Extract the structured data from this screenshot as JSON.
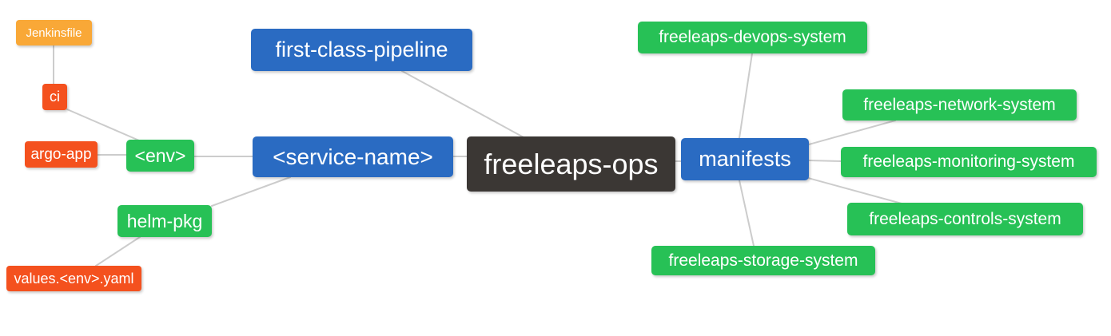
{
  "diagram": {
    "background": "#ffffff",
    "colors": {
      "blue": "#2a6bc2",
      "green": "#27c156",
      "orange": "#f9a837",
      "red": "#f4511e",
      "dark": "#3b3734",
      "edge": "#cccccc",
      "text": "#ffffff",
      "background": "#ffffff"
    },
    "nodes": {
      "jenkinsfile": {
        "label": "Jenkinsfile"
      },
      "ci": {
        "label": "ci"
      },
      "argo_app": {
        "label": "argo-app"
      },
      "env": {
        "label": "<env>"
      },
      "helm_pkg": {
        "label": "helm-pkg"
      },
      "values_env_yaml": {
        "label": "values.<env>.yaml"
      },
      "first_class_pipeline": {
        "label": "first-class-pipeline"
      },
      "service_name": {
        "label": "<service-name>"
      },
      "freeleaps_ops": {
        "label": "freeleaps-ops"
      },
      "manifests": {
        "label": "manifests"
      },
      "devops_system": {
        "label": "freeleaps-devops-system"
      },
      "network_system": {
        "label": "freeleaps-network-system"
      },
      "monitoring_system": {
        "label": "freeleaps-monitoring-system"
      },
      "controls_system": {
        "label": "freeleaps-controls-system"
      },
      "storage_system": {
        "label": "freeleaps-storage-system"
      }
    },
    "edges": [
      {
        "from": "jenkinsfile",
        "to": "ci"
      },
      {
        "from": "ci",
        "to": "env"
      },
      {
        "from": "argo_app",
        "to": "env"
      },
      {
        "from": "env",
        "to": "service_name"
      },
      {
        "from": "helm_pkg",
        "to": "service_name"
      },
      {
        "from": "values_env_yaml",
        "to": "helm_pkg"
      },
      {
        "from": "first_class_pipeline",
        "to": "freeleaps_ops"
      },
      {
        "from": "service_name",
        "to": "freeleaps_ops"
      },
      {
        "from": "freeleaps_ops",
        "to": "manifests"
      },
      {
        "from": "manifests",
        "to": "devops_system"
      },
      {
        "from": "manifests",
        "to": "network_system"
      },
      {
        "from": "manifests",
        "to": "monitoring_system"
      },
      {
        "from": "manifests",
        "to": "controls_system"
      },
      {
        "from": "manifests",
        "to": "storage_system"
      }
    ]
  }
}
